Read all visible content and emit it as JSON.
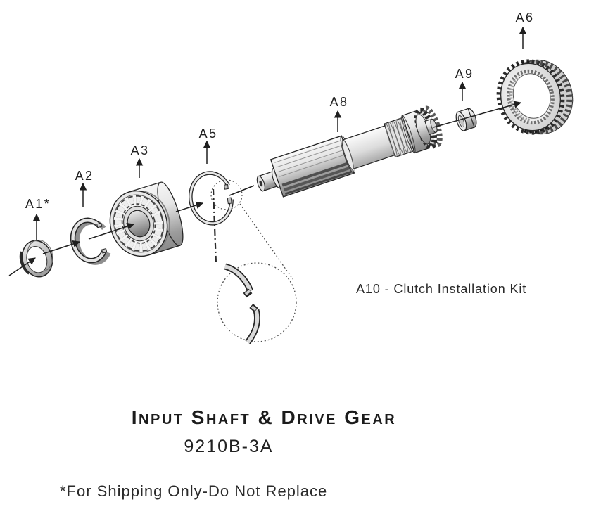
{
  "diagram": {
    "labels": {
      "a1": "A1*",
      "a2": "A2",
      "a3": "A3",
      "a5": "A5",
      "a8": "A8",
      "a9": "A9",
      "a6": "A6"
    },
    "kit_note": "A10 - Clutch Installation Kit"
  },
  "title_block": {
    "title": "Input Shaft & Drive Gear",
    "part_number": "9210B-3A",
    "footnote": "*For Shipping Only-Do Not Replace"
  },
  "colors": {
    "line": "#1f1f1f",
    "metal_light": "#f4f4f4",
    "metal_dark": "#8a8a8a",
    "background": "#ffffff"
  }
}
